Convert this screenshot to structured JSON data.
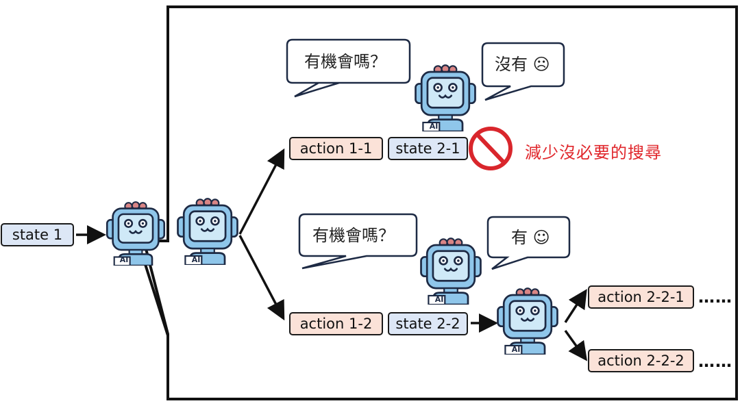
{
  "nodes": {
    "state_1": "state 1",
    "action_1_1": "action 1-1",
    "state_2_1": "state 2-1",
    "action_1_2": "action 1-2",
    "state_2_2": "state 2-2",
    "action_2_2_1": "action 2-2-1",
    "action_2_2_2": "action 2-2-2"
  },
  "bubbles": {
    "question_top": "有機會嗎？",
    "answer_top": "沒有 ☹",
    "question_bottom": "有機會嗎？",
    "answer_bottom": "有 ☺"
  },
  "note": "減少沒必要的搜尋",
  "continuation": "……",
  "robot_label": "AI",
  "colors": {
    "state_fill": "#dde7f6",
    "action_fill": "#fbe2d8",
    "note": "#e0262b",
    "prohibit": "#d9262c",
    "robot_screen": "#cfe9f7",
    "robot_body": "#8fc6ea"
  }
}
